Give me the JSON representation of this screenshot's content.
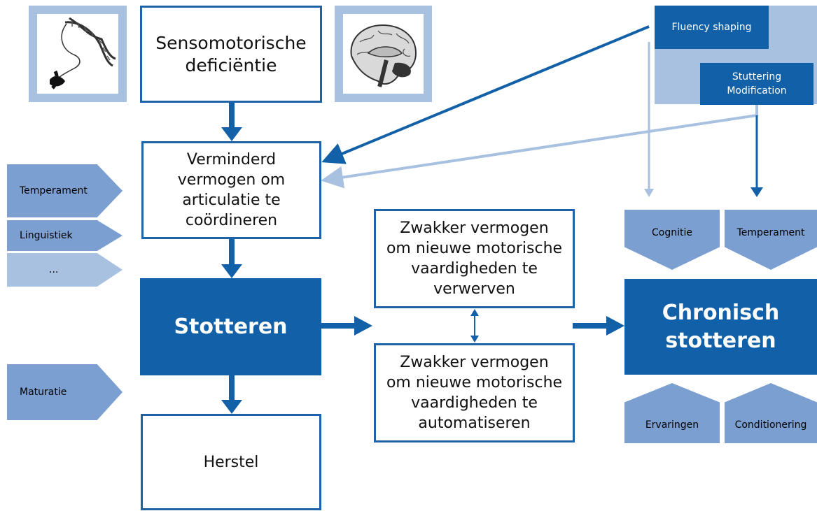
{
  "colors": {
    "dark_blue": "#1260a7",
    "mid_blue": "#7c9fd1",
    "light_blue": "#a8c1e1",
    "border_blue": "#1d63a6"
  },
  "images": {
    "dna_icon": "dna-chromosome-icon",
    "brain_icon": "brain-icon"
  },
  "boxes": {
    "sensomotor": "Sensomotorische\ndeficiëntie",
    "verminderd": "Verminderd\nvermogen om\narticulatie te\ncoördineren",
    "stotteren": "Stotteren",
    "herstel": "Herstel",
    "zwakker_verwerven": "Zwakker vermogen\nom nieuwe motorische\nvaardigheden te\nverwerven",
    "zwakker_automatiseren": "Zwakker vermogen\nom nieuwe motorische\nvaardigheden te\nautomatiseren",
    "chronisch": "Chronisch\nstotteren"
  },
  "left_tags": [
    "Temperament",
    "Linguistiek",
    "...",
    "Maturatie"
  ],
  "right_top_tags": [
    "Cognitie",
    "Temperament"
  ],
  "right_bottom_tags": [
    "Ervaringen",
    "Conditionering"
  ],
  "therapy": {
    "fluency_shaping": "Fluency shaping",
    "stuttering_modification": "Stuttering\nModification"
  }
}
